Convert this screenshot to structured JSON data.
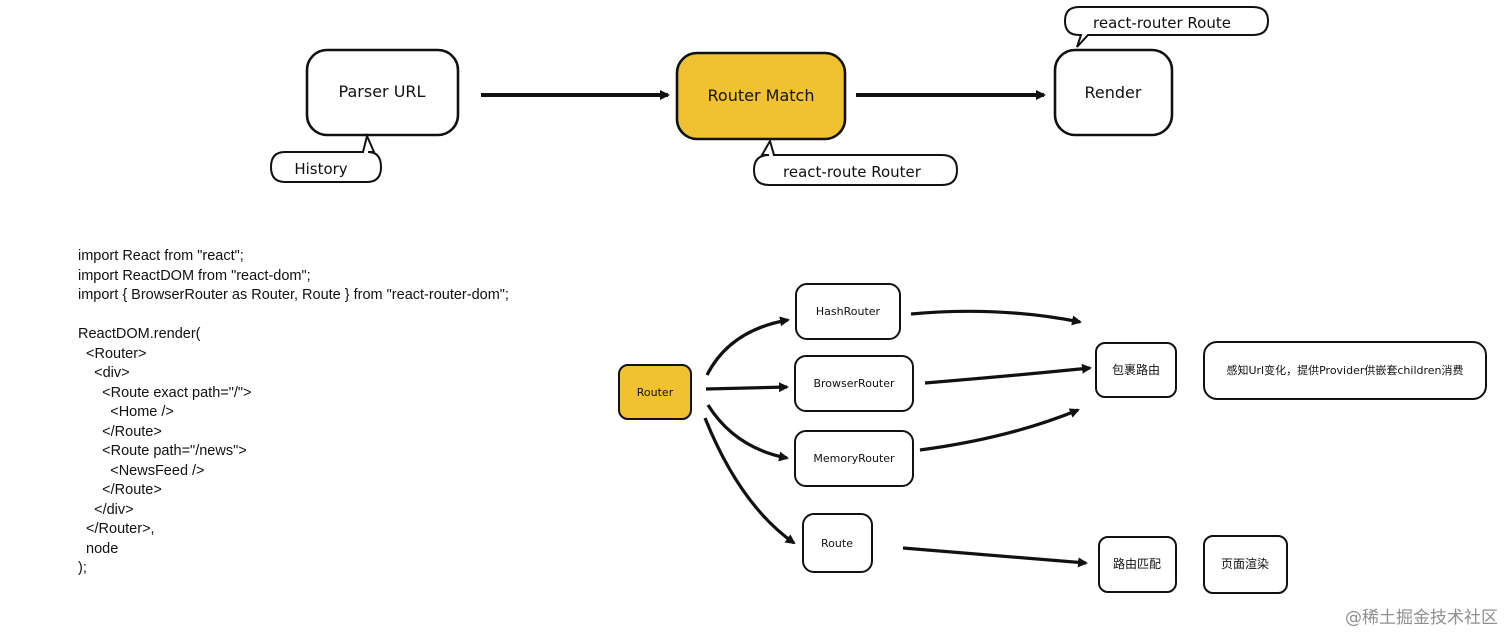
{
  "top_flow": {
    "parser_label": "Parser URL",
    "match_label": "Router Match",
    "render_label": "Render",
    "history_note": "History",
    "router_note": "react-route Router",
    "route_note": "react-router Route"
  },
  "router_tree": {
    "root_label": "Router",
    "hash_router": "HashRouter",
    "browser_router": "BrowserRouter",
    "memory_router": "MemoryRouter",
    "route": "Route",
    "wrap_routes": "包裹路由",
    "wrap_desc": "感知Url变化，提供Provider供嵌套children消费",
    "route_match": "路由匹配",
    "page_render": "页面渲染"
  },
  "code": {
    "lines": [
      "import React from \"react\";",
      "import ReactDOM from \"react-dom\";",
      "import { BrowserRouter as Router, Route } from \"react-router-dom\";",
      "",
      "ReactDOM.render(",
      "  <Router>",
      "    <div>",
      "      <Route exact path=\"/\">",
      "        <Home />",
      "      </Route>",
      "      <Route path=\"/news\">",
      "        <NewsFeed />",
      "      </Route>",
      "    </div>",
      "  </Router>,",
      "  node",
      ");"
    ]
  },
  "watermark": "@稀土掘金技术社区",
  "colors": {
    "highlight": "#f0c130",
    "stroke": "#111111"
  }
}
